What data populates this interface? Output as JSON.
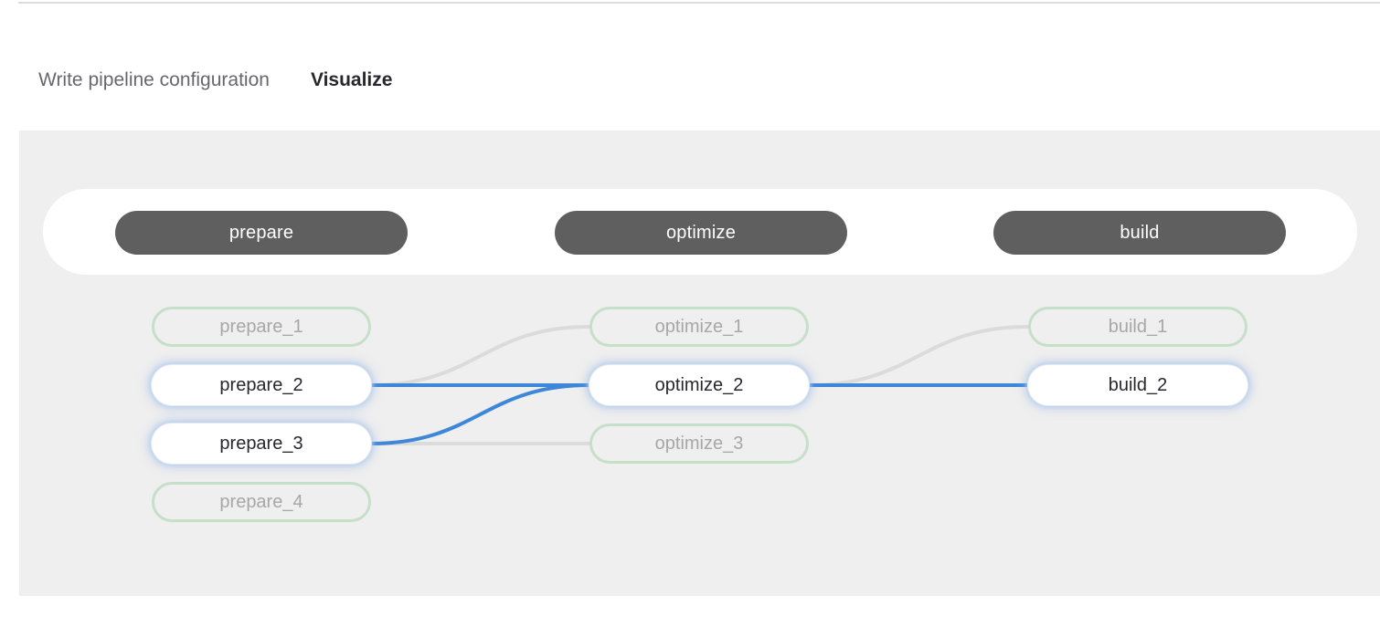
{
  "tabs": {
    "items": [
      {
        "label": "Write pipeline configuration",
        "active": false
      },
      {
        "label": "Visualize",
        "active": true
      }
    ]
  },
  "colors": {
    "accent_purple": "#6666c4",
    "link_active": "#3e87d8",
    "link_dimmed": "#dbdbdb",
    "panel_bg": "#efefef",
    "stage_pill_bg": "#5f5f5f",
    "stage_pill_text": "#ffffff",
    "job_dimmed_border": "#c5dfc9",
    "job_dimmed_text": "#a7a7a7",
    "job_active_text": "#28272d",
    "glow_blue": "#b4d0f2"
  },
  "pipeline": {
    "stages": [
      {
        "name": "prepare",
        "jobs": [
          {
            "name": "prepare_1",
            "state": "dimmed"
          },
          {
            "name": "prepare_2",
            "state": "highlighted"
          },
          {
            "name": "prepare_3",
            "state": "highlighted"
          },
          {
            "name": "prepare_4",
            "state": "dimmed"
          }
        ]
      },
      {
        "name": "optimize",
        "jobs": [
          {
            "name": "optimize_1",
            "state": "dimmed"
          },
          {
            "name": "optimize_2",
            "state": "highlighted"
          },
          {
            "name": "optimize_3",
            "state": "dimmed"
          }
        ]
      },
      {
        "name": "build",
        "jobs": [
          {
            "name": "build_1",
            "state": "dimmed"
          },
          {
            "name": "build_2",
            "state": "highlighted"
          }
        ]
      }
    ],
    "links": [
      {
        "from": "prepare_2",
        "to": "optimize_1",
        "state": "dimmed"
      },
      {
        "from": "prepare_3",
        "to": "optimize_3",
        "state": "dimmed"
      },
      {
        "from": "optimize_2",
        "to": "build_1",
        "state": "dimmed"
      },
      {
        "from": "prepare_2",
        "to": "optimize_2",
        "state": "highlighted"
      },
      {
        "from": "prepare_3",
        "to": "optimize_2",
        "state": "highlighted"
      },
      {
        "from": "optimize_2",
        "to": "build_2",
        "state": "highlighted"
      }
    ]
  }
}
